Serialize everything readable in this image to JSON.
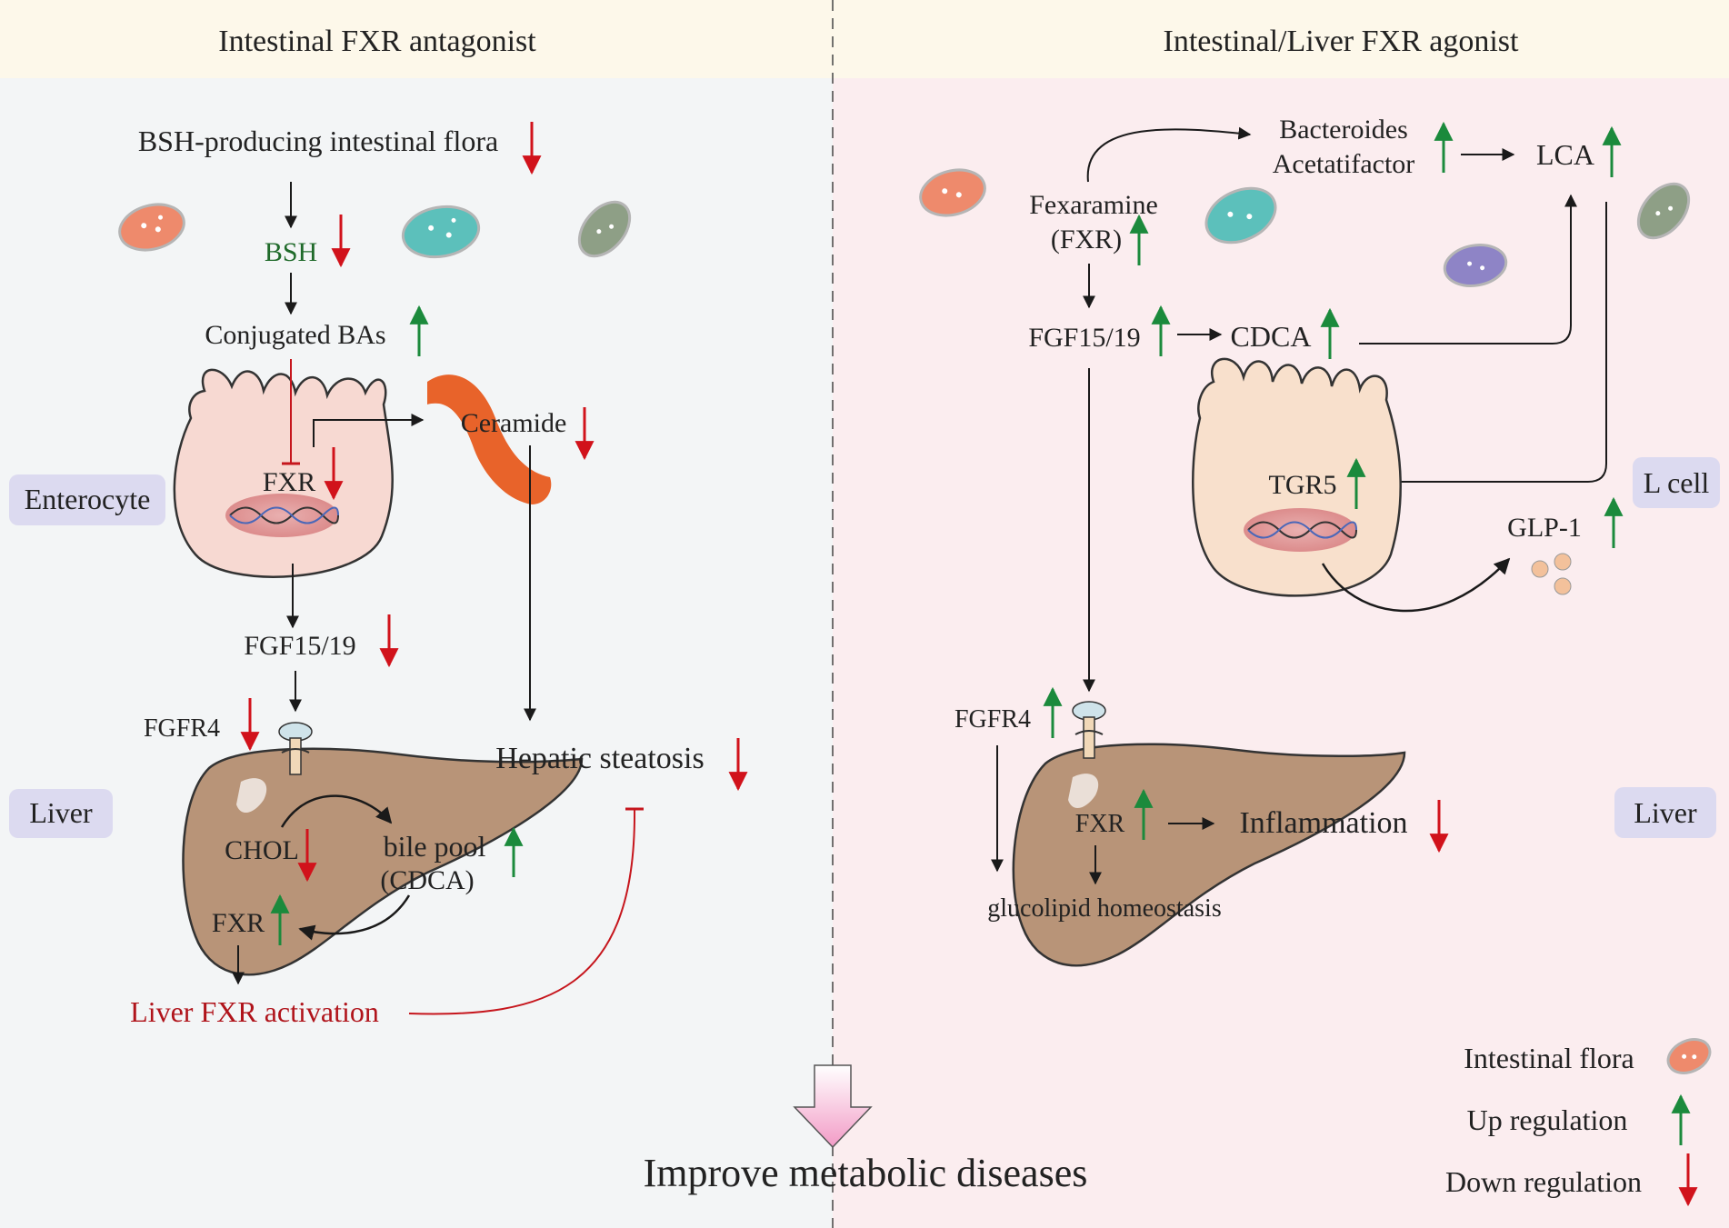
{
  "header": {
    "left_title": "Intestinal FXR antagonist",
    "right_title": "Intestinal/Liver  FXR agonist"
  },
  "left": {
    "bsh_flora": "BSH-producing intestinal flora",
    "bsh": "BSH",
    "conjugated_bas": "Conjugated BAs",
    "ceramide": "Ceramide",
    "enterocyte": "Enterocyte",
    "fxr_intestine": "FXR",
    "fgf": "FGF15/19",
    "fgfr4": "FGFR4",
    "liver": "Liver",
    "hepatic_steatosis": "Hepatic steatosis",
    "chol": "CHOL",
    "bile_pool": "bile pool",
    "cdca_paren": "(CDCA)",
    "fxr_liver": "FXR",
    "liver_fxr_activation": "Liver FXR activation"
  },
  "right": {
    "bacteroides": "Bacteroides",
    "acetatifactor": "Acetatifactor",
    "lca": "LCA",
    "fexaramine": "Fexaramine",
    "fxr_paren": "(FXR)",
    "fgf": "FGF15/19",
    "cdca": "CDCA",
    "tgr5": "TGR5",
    "l_cell": "L cell",
    "glp1": "GLP-1",
    "fgfr4": "FGFR4",
    "fxr_liver": "FXR",
    "inflammation": "Inflammation",
    "glucolipid": "glucolipid homeostasis",
    "liver": "Liver"
  },
  "legend": {
    "flora": "Intestinal flora",
    "up": "Up regulation",
    "down": "Down regulation"
  },
  "footer": {
    "improve": "Improve metabolic diseases"
  },
  "colors": {
    "header_bg": "#fdf8ea",
    "left_bg": "#f3f5f6",
    "right_bg": "#fbedef",
    "up_arrow": "#1b8a3c",
    "down_arrow": "#d1121b",
    "inhibit": "#c6161d",
    "bsh_text": "#1f6a2a",
    "label_box": "#dcdaf0",
    "liver_fill": "#b89478",
    "cell_fill": "#f7d9d2",
    "cell_fill_right": "#f8e0cc",
    "ceramide": "#e8632a"
  }
}
